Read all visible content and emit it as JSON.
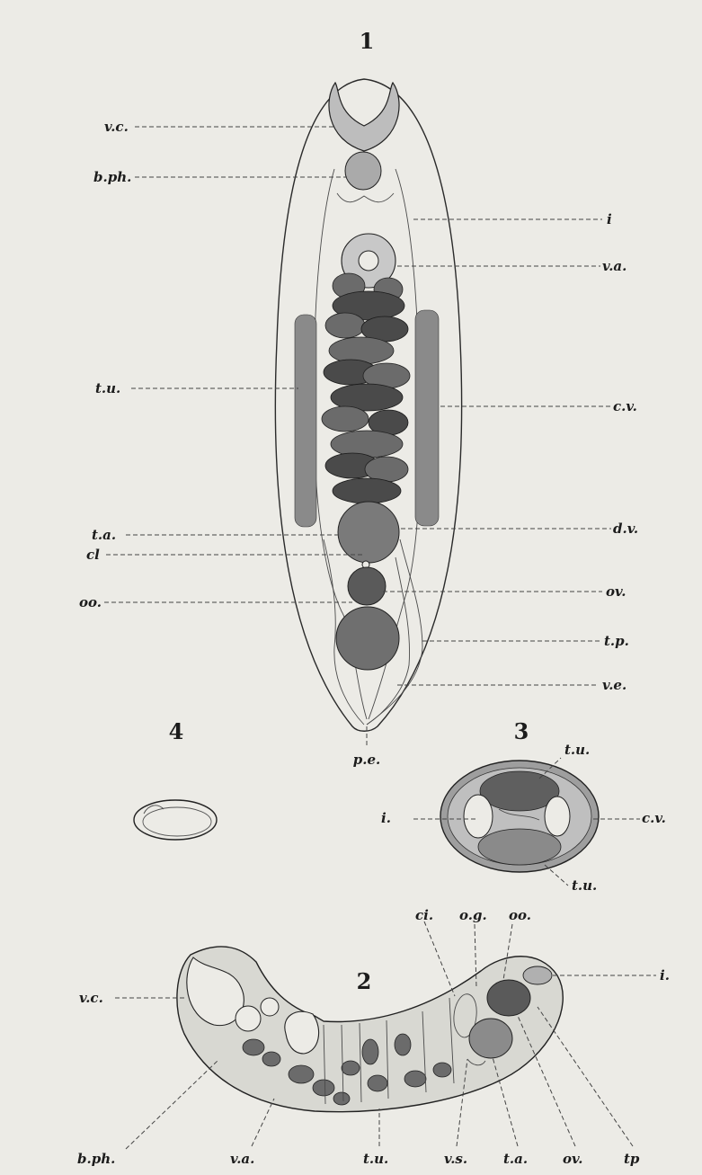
{
  "figures": {
    "fig1": "1",
    "fig2": "2",
    "fig3": "3",
    "fig4": "4"
  },
  "labels": {
    "fig1_vc": "v.c.",
    "fig1_bph": "b.ph.",
    "fig1_i": "i",
    "fig1_va": "v.a.",
    "fig1_tu": "t.u.",
    "fig1_cv": "c.v.",
    "fig1_ta": "t.a.",
    "fig1_dv": "d.v.",
    "fig1_cl": "cl",
    "fig1_ov": "ov.",
    "fig1_oo": "oo.",
    "fig1_tp": "t.p.",
    "fig1_ve": "v.e.",
    "fig1_pe": "p.e.",
    "fig3_tu_top": "t.u.",
    "fig3_i": "i.",
    "fig3_cv": "c.v.",
    "fig3_tu_bottom": "t.u.",
    "fig2_ci": "ci.",
    "fig2_og": "o.g.",
    "fig2_oo": "oo.",
    "fig2_i": "i.",
    "fig2_vc": "v.c.",
    "fig2_bph": "b.ph.",
    "fig2_va": "v.a.",
    "fig2_tu": "t.u.",
    "fig2_vs": "v.s.",
    "fig2_ta": "t.a.",
    "fig2_ov": "ov.",
    "fig2_tp": "tp"
  }
}
